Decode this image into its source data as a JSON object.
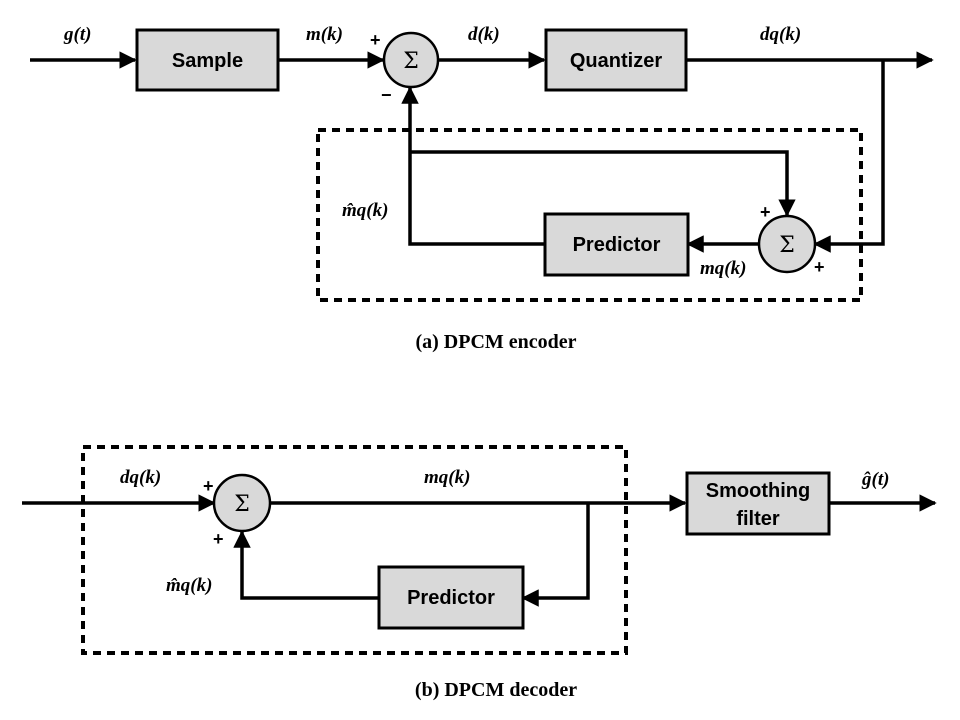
{
  "encoder": {
    "caption": "(a) DPCM encoder",
    "blocks": {
      "sample": "Sample",
      "quantizer": "Quantizer",
      "predictor": "Predictor"
    },
    "sum_symbol": "Σ",
    "signals": {
      "input": "g(t)",
      "sampled": "m(k)",
      "difference": "d(k)",
      "quantized": "dq(k)",
      "prediction": "m̂q(k)",
      "reconstructed": "mq(k)"
    },
    "signs": {
      "main_plus": "+",
      "main_minus": "−",
      "feedback_top_plus": "+",
      "feedback_right_plus": "+"
    }
  },
  "decoder": {
    "caption": "(b) DPCM decoder",
    "blocks": {
      "predictor": "Predictor",
      "smoothing_line1": "Smoothing",
      "smoothing_line2": "filter"
    },
    "sum_symbol": "Σ",
    "signals": {
      "input": "dq(k)",
      "reconstructed": "mq(k)",
      "prediction": "m̂q(k)",
      "output": "ĝ(t)"
    },
    "signs": {
      "top_plus": "+",
      "bottom_plus": "+"
    }
  }
}
